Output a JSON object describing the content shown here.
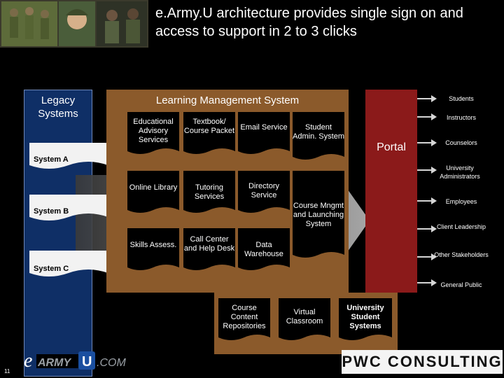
{
  "title": "e.Army.U architecture provides single sign on and access to support in 2 to 3 clicks",
  "legacy": {
    "title": "Legacy Systems",
    "systems": [
      "System A",
      "System B",
      "System C"
    ]
  },
  "lms": {
    "title": "Learning Management System",
    "components": [
      {
        "label": "Educational Advisory Services"
      },
      {
        "label": "Textbook/ Course Packet"
      },
      {
        "label": "Email Service"
      },
      {
        "label": "Student Admin. System"
      },
      {
        "label": "Online Library"
      },
      {
        "label": "Tutoring Services"
      },
      {
        "label": "Directory Service"
      },
      {
        "label": "Course Mngmt and Launching System"
      },
      {
        "label": "Skills Assess."
      },
      {
        "label": "Call Center and Help Desk"
      },
      {
        "label": "Data Warehouse"
      },
      {
        "label": "Course Content Repositories"
      },
      {
        "label": "Virtual Classroom"
      },
      {
        "label": "University Student Systems"
      }
    ]
  },
  "portal": {
    "label": "Portal"
  },
  "stakeholders": [
    "Students",
    "Instructors",
    "Counselors",
    "University Administrators",
    "Employees",
    "Client Leadership",
    "Other Stakeholders",
    "General Public"
  ],
  "footer": {
    "logo_text": "eARMYU.COM",
    "brand": "PWC CONSULTING",
    "page_number": "11"
  },
  "colors": {
    "legacy_bg": "#0f2f66",
    "lms_bg": "#8b5a2b",
    "portal_bg": "#8b1a1a",
    "arrow": "#d6d6d6"
  }
}
